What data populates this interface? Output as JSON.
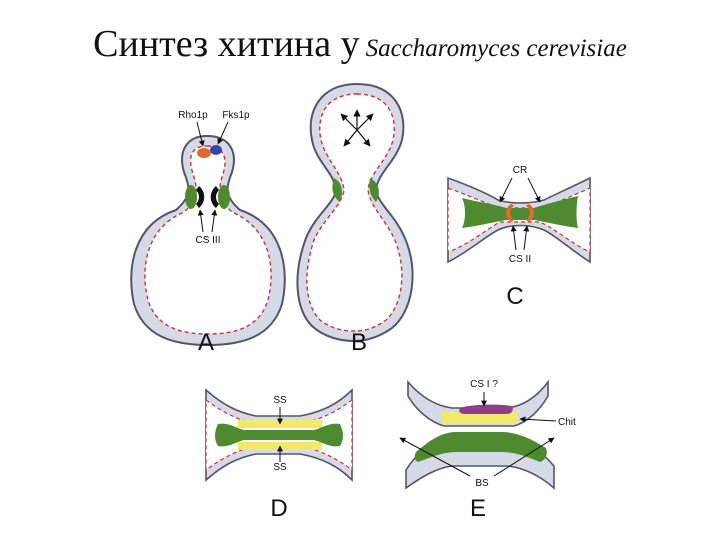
{
  "title": {
    "main": "Синтез хитина у",
    "species": "Saccharomyces cerevisiae"
  },
  "panels": {
    "A": {
      "letter": "A",
      "rho_label": "Rho1p",
      "fks_label": "Fks1p",
      "cs_label": "CS III"
    },
    "B": {
      "letter": "B"
    },
    "C": {
      "letter": "C",
      "cr_label": "CR",
      "cs_label": "CS II"
    },
    "D": {
      "letter": "D",
      "ss_top": "SS",
      "ss_bottom": "SS"
    },
    "E": {
      "letter": "E",
      "cs_label": "CS I ?",
      "chit_label": "Chit",
      "bs_label": "BS"
    }
  },
  "colors": {
    "cell_wall": "#d6d9e6",
    "wall_outline": "#555566",
    "membrane": "#cc3333",
    "chitin": "#4e8a2f",
    "septum": "#f2e86a",
    "rho": "#e06a28",
    "fks": "#3447a8",
    "cs1": "#8e3f8c"
  }
}
